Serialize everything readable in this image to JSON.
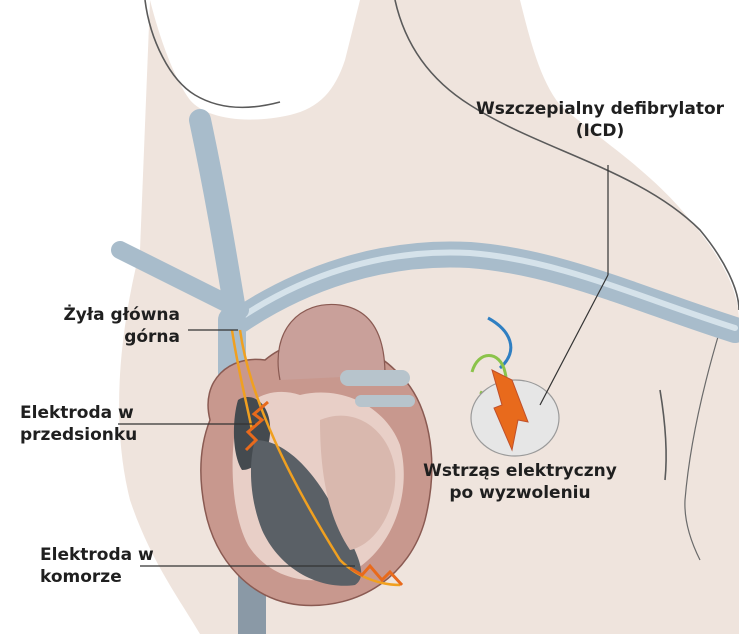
{
  "labels": {
    "icd": {
      "line1": "Wszczepialny defibrylator",
      "line2": "(ICD)"
    },
    "svc": {
      "line1": "Żyła główna",
      "line2": "górna"
    },
    "atrial_lead": {
      "line1": "Elektroda w",
      "line2": "przedsionku"
    },
    "shock": {
      "line1": "Wstrząs elektryczny",
      "line2": "po wyzwoleniu"
    },
    "ventricular_lead": {
      "line1": "Elektroda w",
      "line2": "komorze"
    }
  },
  "colors": {
    "skin": "#efe4dd",
    "skin_outline": "#5a5a5a",
    "vessel": "#a8bccb",
    "heart_muscle": "#c8988e",
    "heart_inner": "#e8cfc7",
    "chamber_dark": "#444a4f",
    "device": "#e6e6e6",
    "lead_wire": "#f0a020",
    "lightning": "#e86a1c",
    "lead_blue": "#2f7fc2",
    "lead_green": "#8bc34a"
  }
}
